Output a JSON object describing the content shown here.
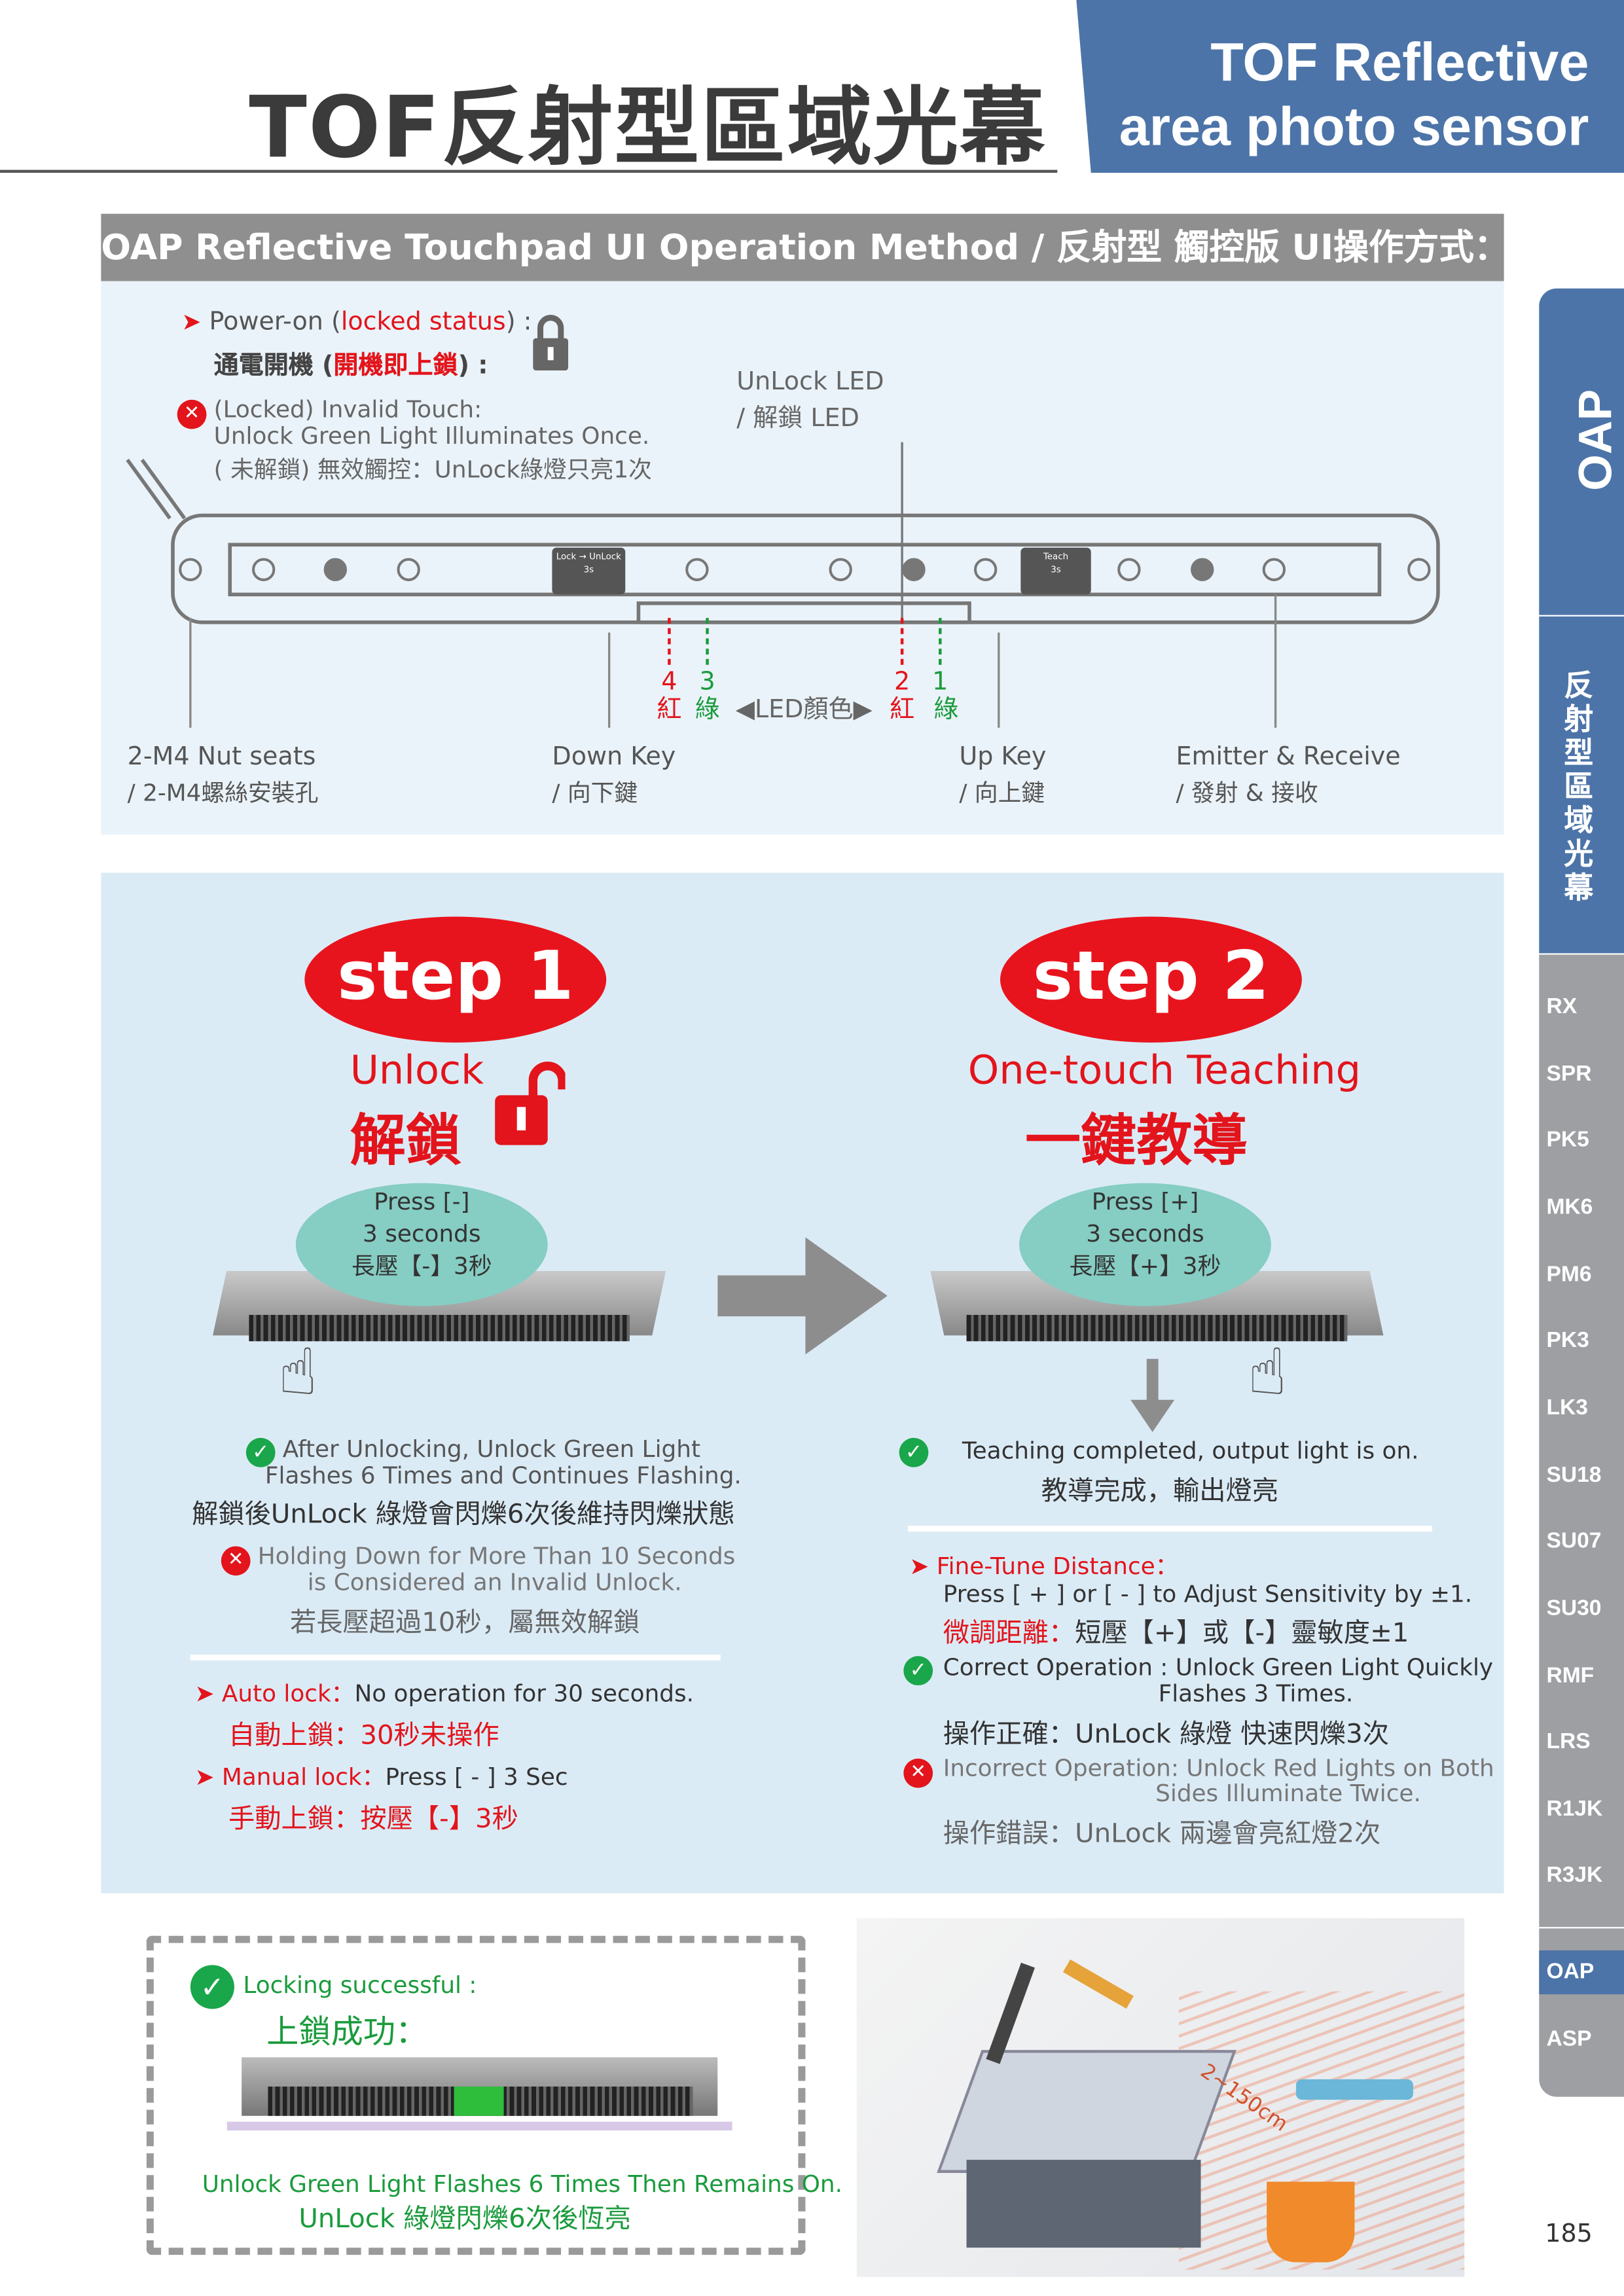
{
  "header": {
    "title_zh": "TOF反射型區域光幕",
    "title_en_1": "TOF Reflective",
    "title_en_2": "area photo sensor"
  },
  "section_bar": "OAP Reflective Touchpad UI Operation Method / 反射型 觸控版 UI操作方式：",
  "overview": {
    "power_on_en_a": "Power-on (",
    "power_on_en_red": "locked status",
    "power_on_en_b": ") :",
    "power_on_zh_a": "通電開機 (",
    "power_on_zh_red": "開機即上鎖",
    "power_on_zh_b": ") :",
    "invalid_1": "(Locked) Invalid Touch:",
    "invalid_2": "Unlock Green Light Illuminates Once.",
    "invalid_3": "( 未解鎖) 無效觸控：UnLock綠燈只亮1次",
    "unlock_led_en": "UnLock LED",
    "unlock_led_zh": "/ 解鎖 LED",
    "lock_unlock_label": "Lock → UnLock",
    "teach_label": "Teach",
    "three_s": "3s",
    "led_nums": [
      "4",
      "3",
      "2",
      "1"
    ],
    "led_red": "紅",
    "led_green": "綠",
    "led_color": "◀LED顏色▶",
    "labels": [
      {
        "en": "2-M4 Nut seats",
        "zh": "/ 2-M4螺絲安裝孔"
      },
      {
        "en": "Down Key",
        "zh": "/ 向下鍵"
      },
      {
        "en": "Up Key",
        "zh": "/ 向上鍵"
      },
      {
        "en": "Emitter & Receive",
        "zh": "/ 發射 & 接收"
      }
    ]
  },
  "step1": {
    "badge": "step 1",
    "title_en": "Unlock",
    "title_zh": "解鎖",
    "bubble": [
      "Press [-]",
      "3  seconds",
      "長壓【-】3秒"
    ],
    "ok_1": "After Unlocking, Unlock Green Light",
    "ok_2": "Flashes 6 Times and Continues Flashing.",
    "ok_zh": "解鎖後UnLock 綠燈會閃爍6次後維持閃爍狀態",
    "bad_1": "Holding Down for More Than 10 Seconds",
    "bad_2": "is Considered an Invalid Unlock.",
    "bad_zh": "若長壓超過10秒，屬無效解鎖",
    "auto_red": "Auto lock：",
    "auto_en": "No operation for 30 seconds.",
    "auto_zh": "自動上鎖：30秒未操作",
    "manual_red": "Manual lock：",
    "manual_en": "Press [ - ] 3 Sec",
    "manual_zh": "手動上鎖：按壓【-】3秒"
  },
  "step2": {
    "badge": "step 2",
    "title_en": "One-touch Teaching",
    "title_zh": "一鍵教導",
    "bubble": [
      "Press [+]",
      "3  seconds",
      "長壓【+】3秒"
    ],
    "ok_en": "Teaching completed, output light is on.",
    "ok_zh": "教導完成，輸出燈亮",
    "fine_red": "Fine-Tune Distance：",
    "fine_en": "Press [ + ] or [ - ] to Adjust Sensitivity by ±1.",
    "fine_zh_red": "微調距離：",
    "fine_zh": "短壓【+】或【-】靈敏度±1",
    "correct_1": "Correct Operation : Unlock Green Light Quickly",
    "correct_2": "Flashes 3 Times.",
    "correct_zh": "操作正確：UnLock 綠燈 快速閃爍3次",
    "incorrect_1": "Incorrect Operation: Unlock Red Lights on Both",
    "incorrect_2": "Sides Illuminate Twice.",
    "incorrect_zh": "操作錯誤：UnLock 兩邊會亮紅燈2次"
  },
  "locking": {
    "title_en": "Locking successful :",
    "title_zh": "上鎖成功：",
    "note_en": "Unlock Green Light Flashes 6 Times Then Remains On.",
    "note_zh": "UnLock 綠燈閃爍6次後恆亮"
  },
  "photo": {
    "distance": "2~150cm"
  },
  "sidebar": {
    "top": "OAP",
    "zh": "反射型區域光幕",
    "items": [
      "RX",
      "SPR",
      "PK5",
      "MK6",
      "PM6",
      "PK3",
      "LK3",
      "SU18",
      "SU07",
      "SU30",
      "RMF",
      "LRS",
      "R1JK",
      "R3JK",
      "OAP",
      "ASP"
    ],
    "active": "OAP"
  },
  "page_number": "185"
}
